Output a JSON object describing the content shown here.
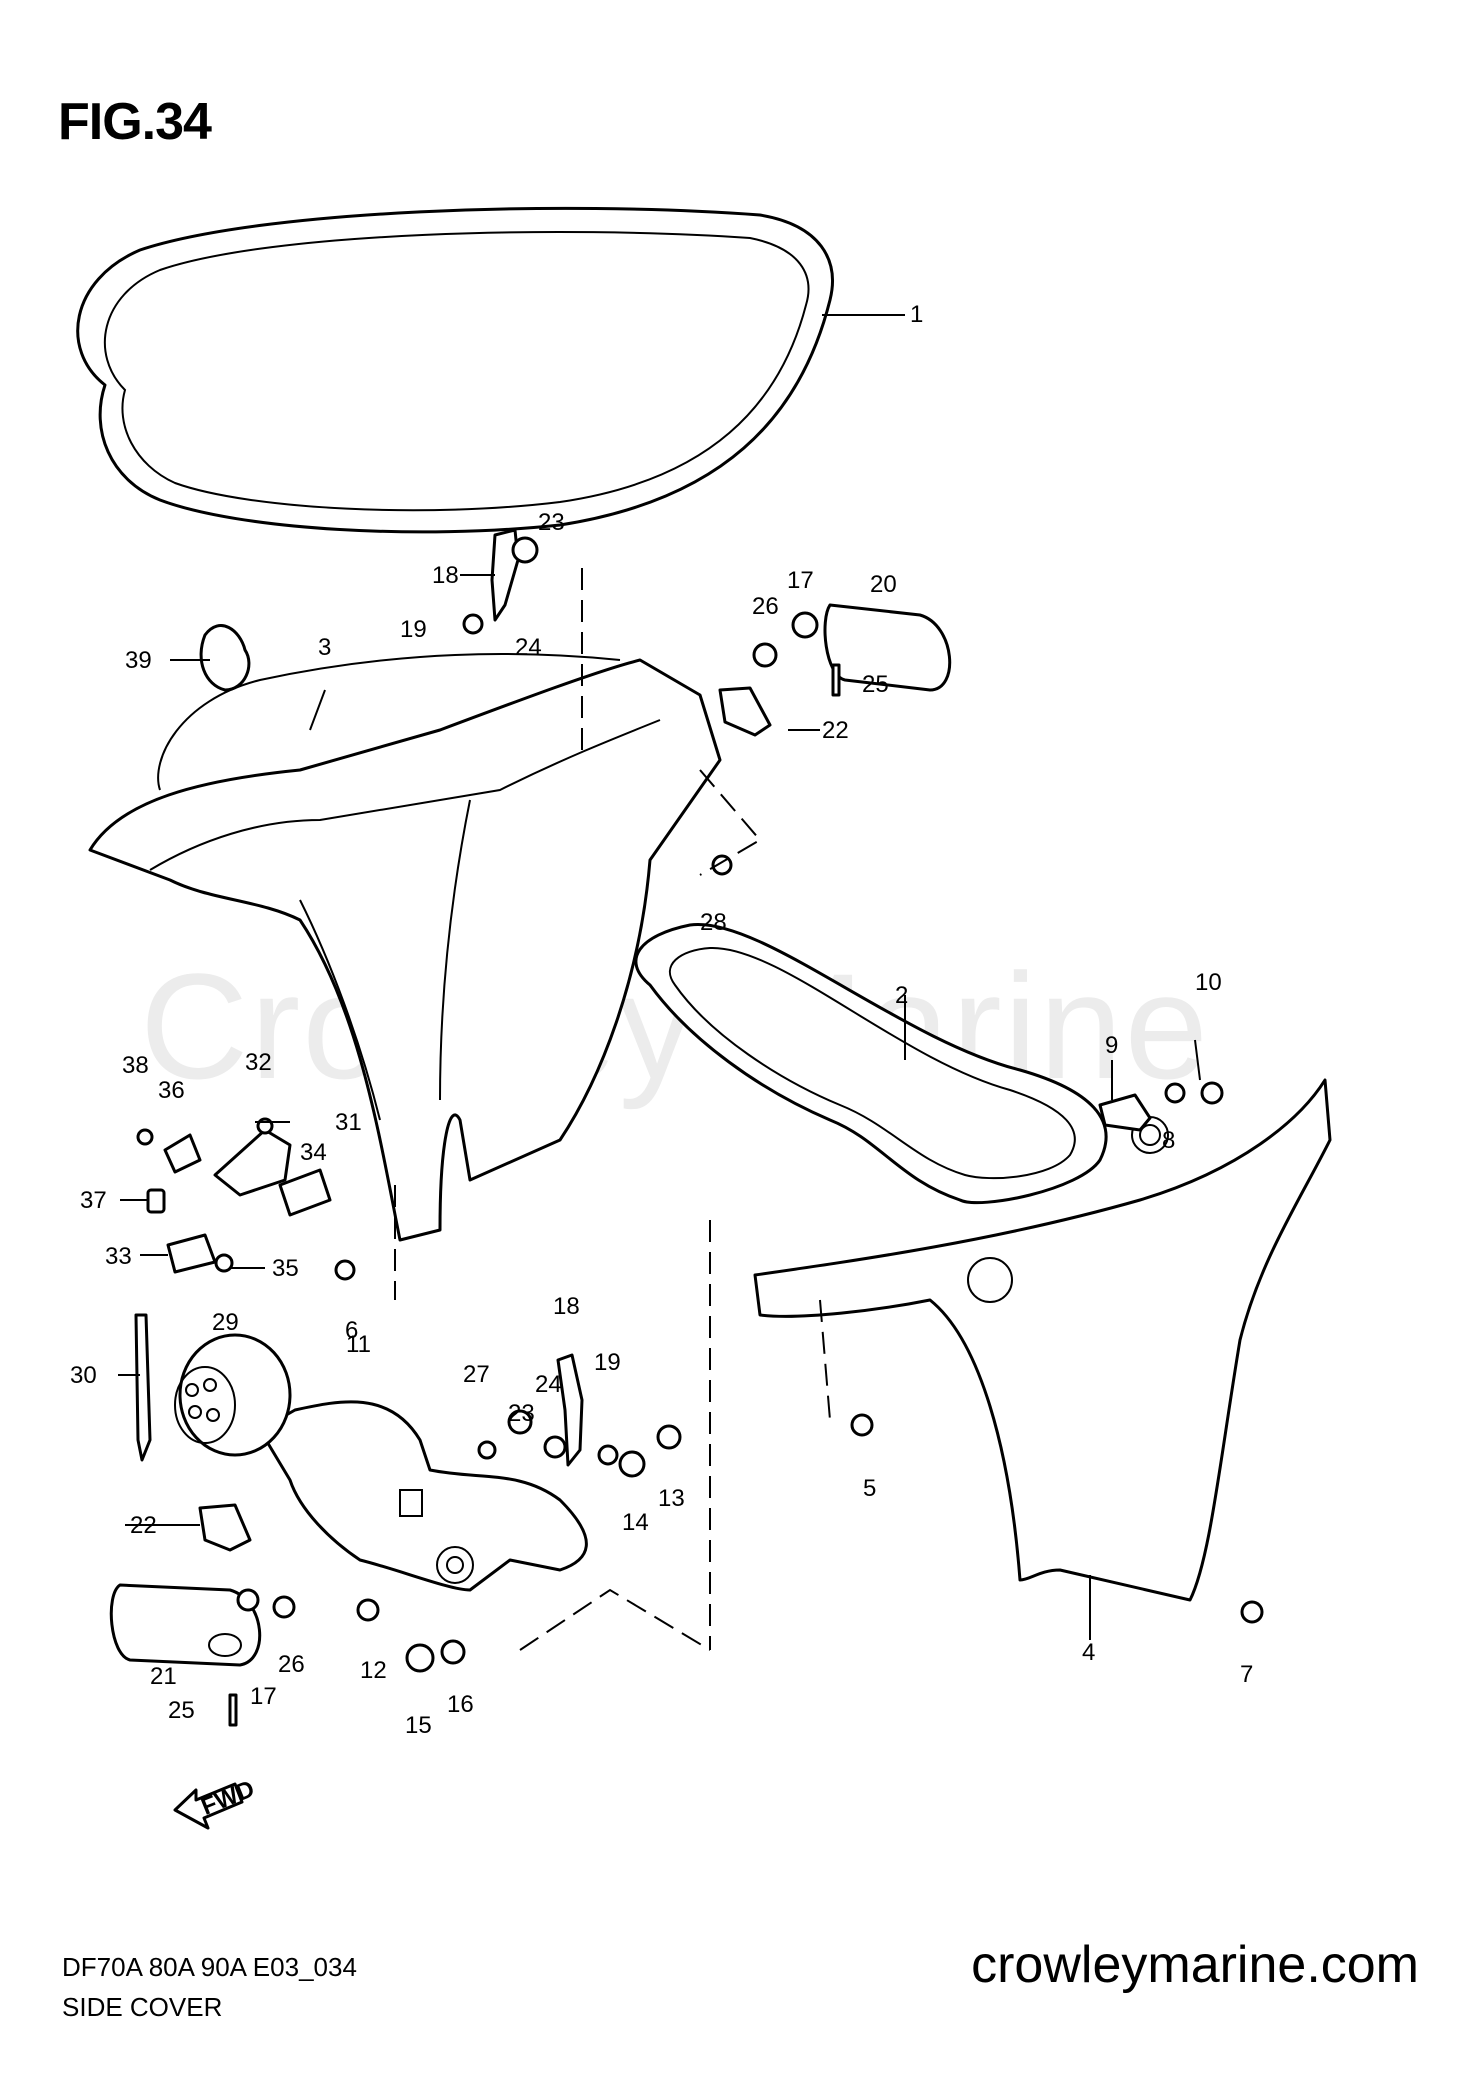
{
  "figure": {
    "title": "FIG.34"
  },
  "footer": {
    "model_code": "DF70A 80A 90A E03_034",
    "section_name": "SIDE COVER",
    "site_url": "crowleymarine.com"
  },
  "watermark": "Crowley Marine",
  "fwd_arrow": {
    "label": "FWD"
  },
  "callouts": [
    {
      "id": "c1",
      "label": "1"
    },
    {
      "id": "c2",
      "label": "2"
    },
    {
      "id": "c3",
      "label": "3"
    },
    {
      "id": "c4",
      "label": "4"
    },
    {
      "id": "c5",
      "label": "5"
    },
    {
      "id": "c6",
      "label": "6"
    },
    {
      "id": "c7",
      "label": "7"
    },
    {
      "id": "c8",
      "label": "8"
    },
    {
      "id": "c9",
      "label": "9"
    },
    {
      "id": "c10",
      "label": "10"
    },
    {
      "id": "c11",
      "label": "11"
    },
    {
      "id": "c12",
      "label": "12"
    },
    {
      "id": "c13",
      "label": "13"
    },
    {
      "id": "c14",
      "label": "14"
    },
    {
      "id": "c15",
      "label": "15"
    },
    {
      "id": "c16",
      "label": "16"
    },
    {
      "id": "c17a",
      "label": "17"
    },
    {
      "id": "c17b",
      "label": "17"
    },
    {
      "id": "c18a",
      "label": "18"
    },
    {
      "id": "c18b",
      "label": "18"
    },
    {
      "id": "c19a",
      "label": "19"
    },
    {
      "id": "c19b",
      "label": "19"
    },
    {
      "id": "c20",
      "label": "20"
    },
    {
      "id": "c21",
      "label": "21"
    },
    {
      "id": "c22a",
      "label": "22"
    },
    {
      "id": "c22b",
      "label": "22"
    },
    {
      "id": "c23a",
      "label": "23"
    },
    {
      "id": "c23b",
      "label": "23"
    },
    {
      "id": "c24a",
      "label": "24"
    },
    {
      "id": "c24b",
      "label": "24"
    },
    {
      "id": "c25a",
      "label": "25"
    },
    {
      "id": "c25b",
      "label": "25"
    },
    {
      "id": "c26a",
      "label": "26"
    },
    {
      "id": "c26b",
      "label": "26"
    },
    {
      "id": "c27",
      "label": "27"
    },
    {
      "id": "c28",
      "label": "28"
    },
    {
      "id": "c29",
      "label": "29"
    },
    {
      "id": "c30",
      "label": "30"
    },
    {
      "id": "c31",
      "label": "31"
    },
    {
      "id": "c32",
      "label": "32"
    },
    {
      "id": "c33",
      "label": "33"
    },
    {
      "id": "c34",
      "label": "34"
    },
    {
      "id": "c35",
      "label": "35"
    },
    {
      "id": "c36",
      "label": "36"
    },
    {
      "id": "c37",
      "label": "37"
    },
    {
      "id": "c38",
      "label": "38"
    },
    {
      "id": "c39",
      "label": "39"
    }
  ]
}
